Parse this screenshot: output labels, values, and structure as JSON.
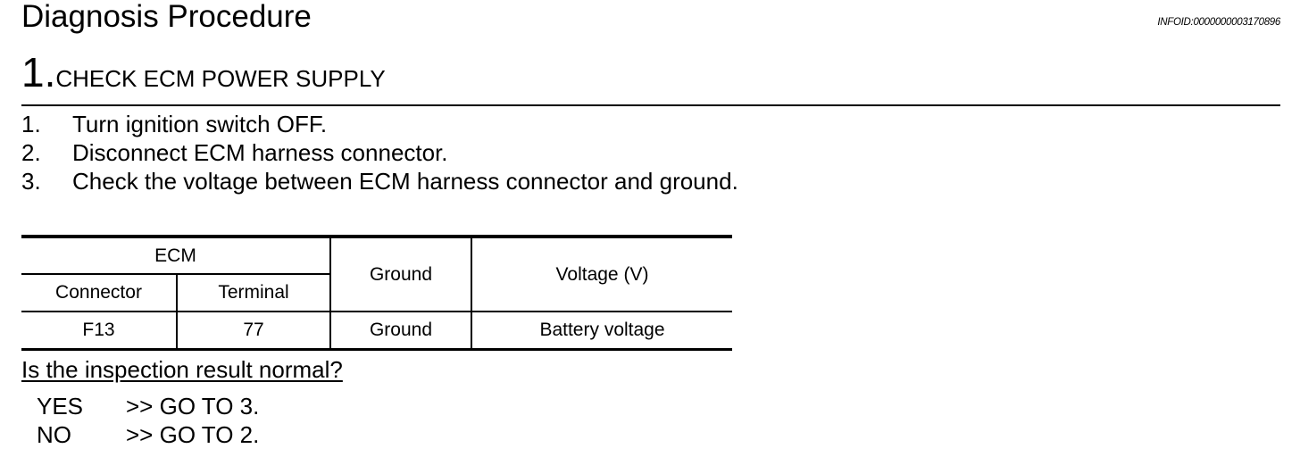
{
  "header": {
    "title": "Diagnosis Procedure",
    "info_id": "INFOID:0000000003170896"
  },
  "step": {
    "number": "1.",
    "title": "CHECK ECM POWER SUPPLY"
  },
  "instructions": [
    {
      "number": "1.",
      "text": "Turn ignition switch OFF."
    },
    {
      "number": "2.",
      "text": "Disconnect ECM harness connector."
    },
    {
      "number": "3.",
      "text": "Check the voltage between ECM harness connector and ground."
    }
  ],
  "table": {
    "group_header": "ECM",
    "headers": {
      "connector": "Connector",
      "terminal": "Terminal",
      "ground": "Ground",
      "voltage": "Voltage (V)"
    },
    "rows": [
      {
        "connector": "F13",
        "terminal": "77",
        "ground": "Ground",
        "voltage": "Battery voltage"
      }
    ]
  },
  "question": "Is the inspection result normal?",
  "answers": [
    {
      "key": "YES",
      "action": ">> GO TO 3."
    },
    {
      "key": "NO",
      "action": ">> GO TO 2."
    }
  ]
}
